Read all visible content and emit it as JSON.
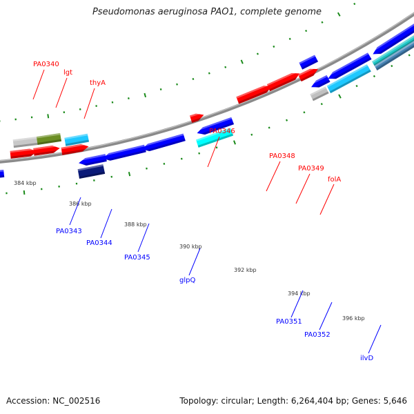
{
  "title": "Pseudomonas aeruginosa PAO1, complete genome",
  "footer": {
    "accession": "Accession: NC_002516",
    "summary": "Topology: circular; Length: 6,264,404 bp; Genes: 5,646"
  },
  "colors": {
    "forward_label": "#ff0000",
    "reverse_label": "#0000ff",
    "backbone": "#8a8a8a",
    "ticks": "#1a8a1a"
  },
  "ticks": [
    {
      "label": "384 kbp"
    },
    {
      "label": "386 kbp"
    },
    {
      "label": "388 kbp"
    },
    {
      "label": "390 kbp"
    },
    {
      "label": "392 kbp"
    },
    {
      "label": "394 kbp"
    },
    {
      "label": "396 kbp"
    }
  ],
  "forward_labels": [
    {
      "name": "PA0340"
    },
    {
      "name": "lgt"
    },
    {
      "name": "thyA"
    },
    {
      "name": "PA0346"
    },
    {
      "name": "PA0348"
    },
    {
      "name": "PA0349"
    },
    {
      "name": "folA"
    }
  ],
  "reverse_labels": [
    {
      "name": "PA0343"
    },
    {
      "name": "PA0344"
    },
    {
      "name": "PA0345"
    },
    {
      "name": "glpQ"
    },
    {
      "name": "PA0351"
    },
    {
      "name": "PA0352"
    },
    {
      "name": "ilvD"
    }
  ],
  "features": [
    {
      "strand": "forward",
      "type": "gene-bar",
      "color": "#c8c8c8"
    },
    {
      "strand": "forward",
      "type": "gene-bar",
      "color": "#6b8e23"
    },
    {
      "strand": "forward",
      "type": "gene-bar",
      "color": "#1ec8ff"
    },
    {
      "strand": "forward",
      "type": "cds",
      "color": "#ff0000"
    },
    {
      "strand": "reverse",
      "type": "cds",
      "color": "#0000ff"
    },
    {
      "strand": "reverse",
      "type": "gene-bar",
      "color": "#00ffff"
    },
    {
      "strand": "reverse",
      "type": "gene-bar",
      "color": "#4682b4"
    }
  ]
}
